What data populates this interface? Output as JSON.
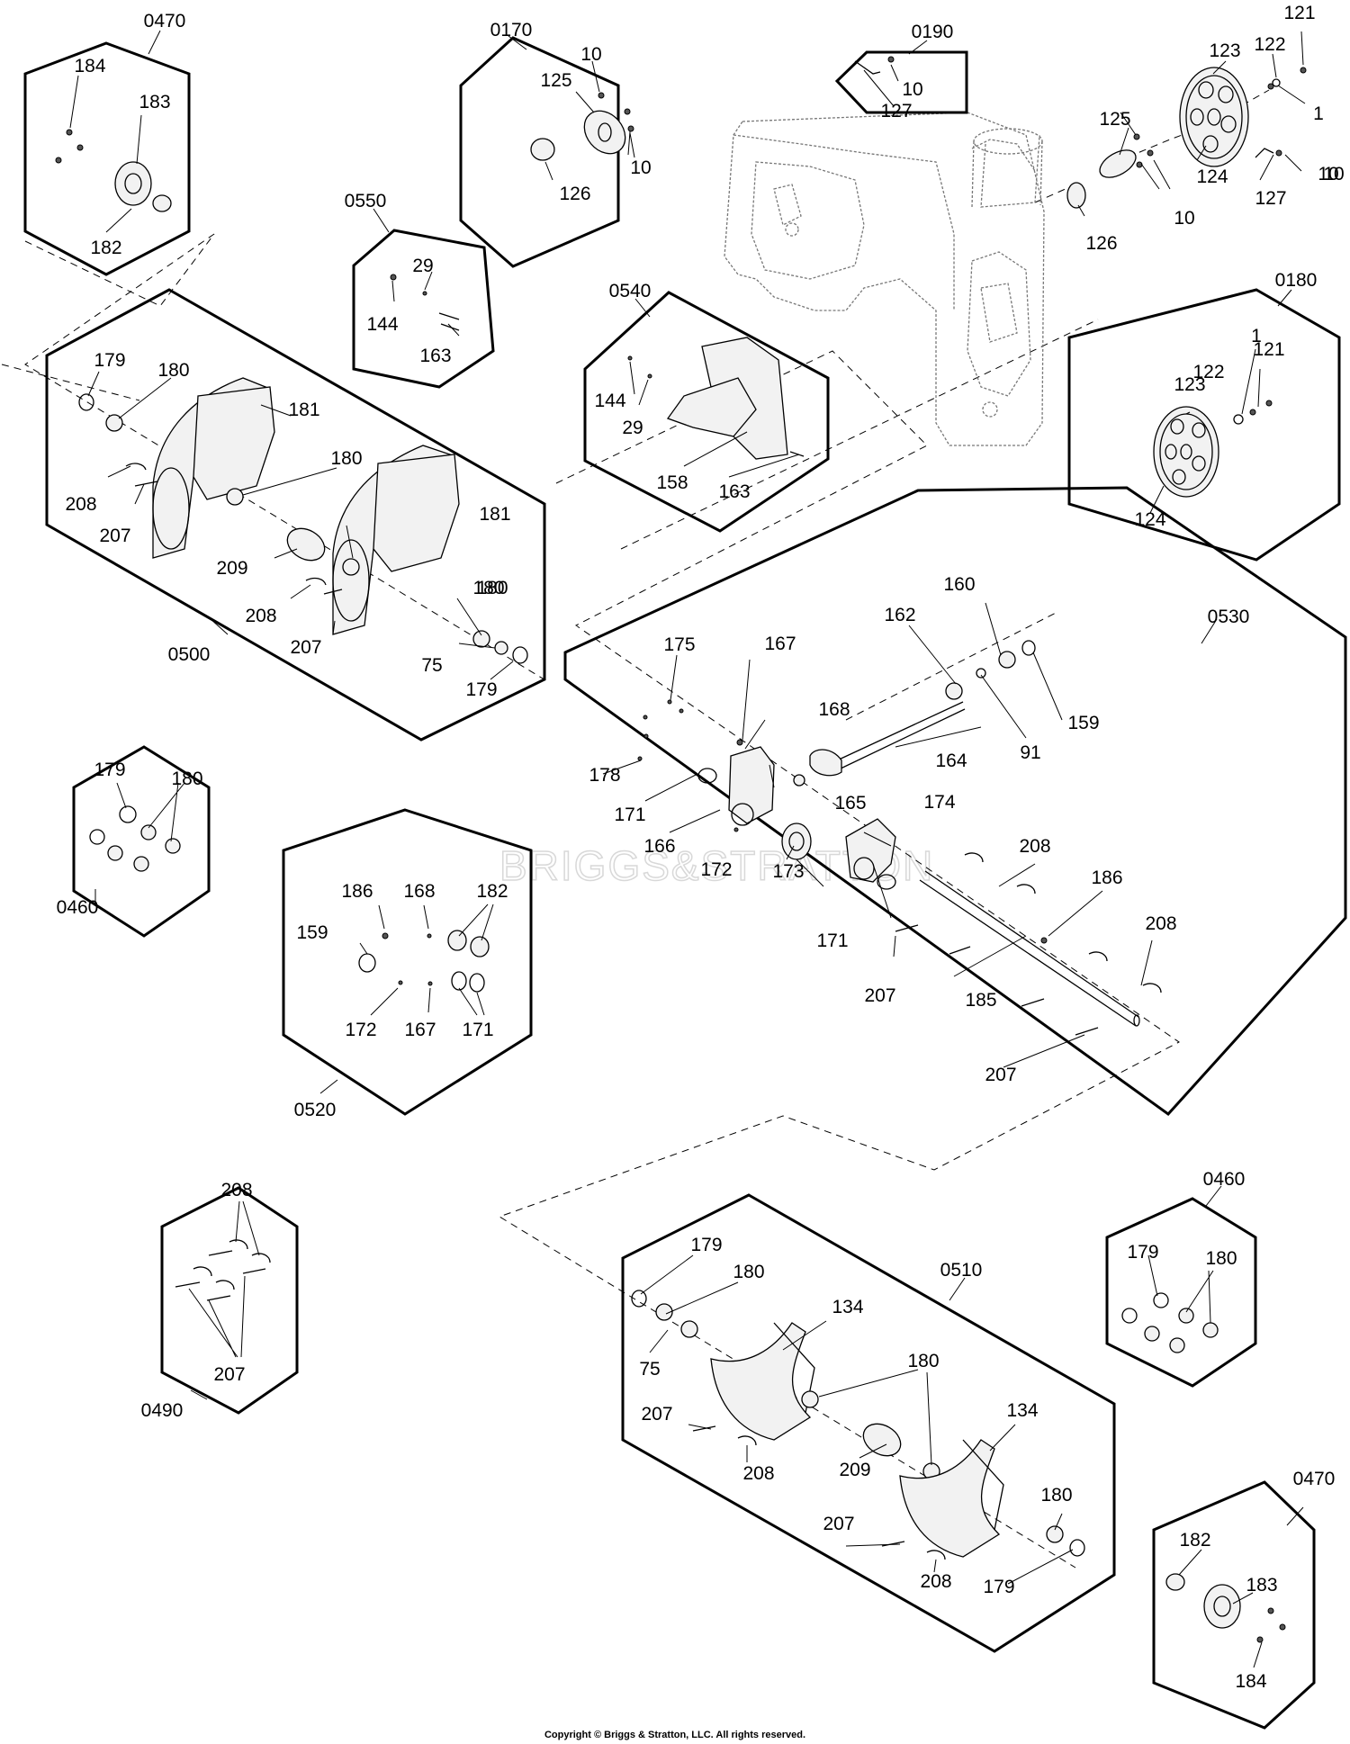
{
  "kits": [
    {
      "id": "k0470a",
      "label": "0470"
    },
    {
      "id": "k0170",
      "label": "0170"
    },
    {
      "id": "k0190",
      "label": "0190"
    },
    {
      "id": "k0550",
      "label": "0550"
    },
    {
      "id": "k0540",
      "label": "0540"
    },
    {
      "id": "k0180",
      "label": "0180"
    },
    {
      "id": "k0500",
      "label": "0500"
    },
    {
      "id": "k0530",
      "label": "0530"
    },
    {
      "id": "k0460a",
      "label": "0460"
    },
    {
      "id": "k0520",
      "label": "0520"
    },
    {
      "id": "k0490",
      "label": "0490"
    },
    {
      "id": "k0510",
      "label": "0510"
    },
    {
      "id": "k0460b",
      "label": "0460"
    },
    {
      "id": "k0470b",
      "label": "0470"
    }
  ],
  "callouts": [
    "184",
    "183",
    "182",
    "10",
    "125",
    "10",
    "126",
    "10",
    "127",
    "121",
    "123",
    "122",
    "1",
    "10",
    "125",
    "124",
    "127",
    "10",
    "126",
    "10",
    "29",
    "144",
    "163",
    "144",
    "29",
    "158",
    "163",
    "1",
    "121",
    "123",
    "122",
    "124",
    "179",
    "180",
    "181",
    "180",
    "208",
    "207",
    "209",
    "181",
    "180",
    "208",
    "207",
    "180",
    "75",
    "179",
    "175",
    "167",
    "168",
    "178",
    "171",
    "166",
    "172",
    "165",
    "173",
    "174",
    "162",
    "160",
    "164",
    "91",
    "159",
    "208",
    "186",
    "208",
    "171",
    "207",
    "185",
    "207",
    "179",
    "180",
    "186",
    "168",
    "182",
    "159",
    "172",
    "167",
    "171",
    "208",
    "207",
    "179",
    "180",
    "134",
    "75",
    "180",
    "207",
    "208",
    "209",
    "134",
    "207",
    "180",
    "208",
    "179",
    "179",
    "180",
    "182",
    "183",
    "184"
  ],
  "watermark": "BRIGGS&STRATTON",
  "copyright": "Copyright © Briggs & Stratton, LLC. All rights reserved."
}
